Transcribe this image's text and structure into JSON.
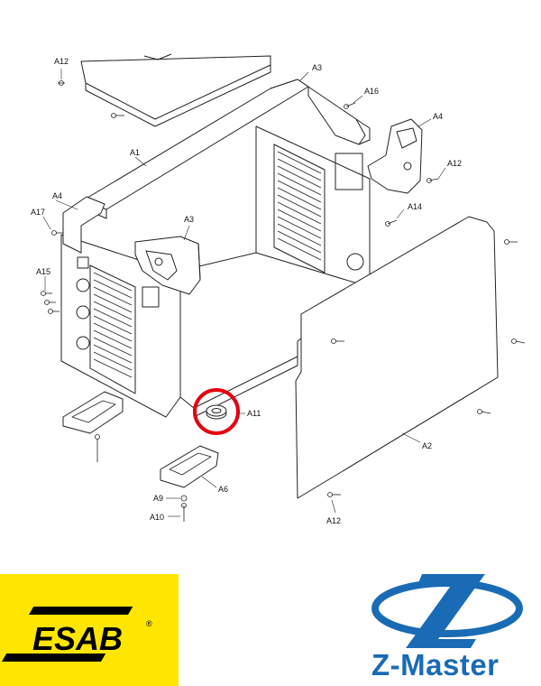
{
  "diagram": {
    "labels": {
      "a1": "A1",
      "a2": "A2",
      "a3_top": "A3",
      "a3_front": "A3",
      "a4_left": "A4",
      "a4_right": "A4",
      "a6": "A6",
      "a9": "A9",
      "a10": "A10",
      "a11": "A11",
      "a12_top": "A12",
      "a12_right": "A12",
      "a12_bottom": "A12",
      "a14": "A14",
      "a15": "A15",
      "a16": "A16",
      "a17": "A17"
    },
    "highlight_color": "#e3000f",
    "line_color": "#222222"
  },
  "logos": {
    "esab": {
      "text": "ESAB",
      "mark": "®",
      "background": "#ffe600",
      "color": "#000000"
    },
    "zmaster": {
      "text": "Z-Master",
      "color": "#1a6bb5"
    }
  }
}
